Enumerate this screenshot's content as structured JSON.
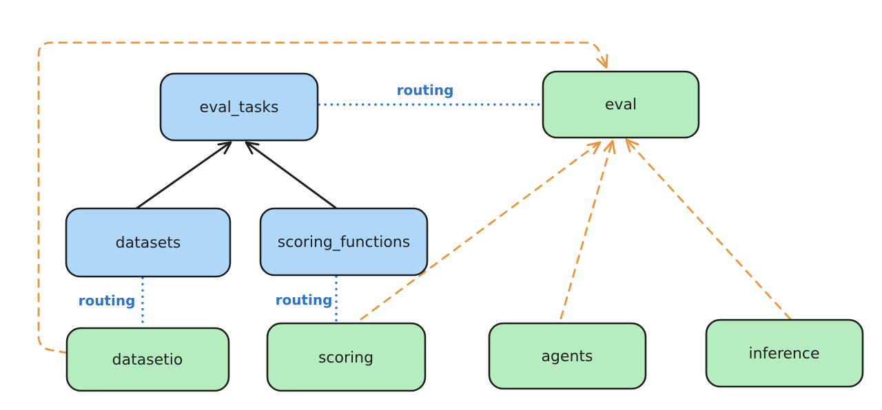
{
  "colors": {
    "background": "#ffffff",
    "blue_node_fill": "#aed7f8",
    "green_node_fill": "#b6edbf",
    "node_stroke": "#1e1e1e",
    "black_arrow": "#1e1e1e",
    "orange_arrow": "#ea943e",
    "routing_label_blue": "#2b74c9"
  },
  "nodes": {
    "eval_tasks": {
      "label": "eval_tasks",
      "fill": "blue"
    },
    "eval": {
      "label": "eval",
      "fill": "green"
    },
    "datasets": {
      "label": "datasets",
      "fill": "blue"
    },
    "scoring_functions": {
      "label": "scoring_functions",
      "fill": "blue"
    },
    "datasetio": {
      "label": "datasetio",
      "fill": "green"
    },
    "scoring": {
      "label": "scoring",
      "fill": "green"
    },
    "agents": {
      "label": "agents",
      "fill": "green"
    },
    "inference": {
      "label": "inference",
      "fill": "green"
    }
  },
  "edges": {
    "eval_tasks__eval": {
      "from": "eval_tasks",
      "to": "eval",
      "style": "dotted-blue",
      "label": "routing"
    },
    "datasets__datasetio": {
      "from": "datasets",
      "to": "datasetio",
      "style": "dotted-blue",
      "label": "routing"
    },
    "scoring_functions__scoring": {
      "from": "scoring_functions",
      "to": "scoring",
      "style": "dotted-blue",
      "label": "routing"
    },
    "datasets__eval_tasks": {
      "from": "datasets",
      "to": "eval_tasks",
      "style": "solid-black-arrow"
    },
    "scoring_functions__eval_tasks": {
      "from": "scoring_functions",
      "to": "eval_tasks",
      "style": "solid-black-arrow"
    },
    "datasetio__eval": {
      "from": "datasetio",
      "to": "eval",
      "style": "dashed-orange-arrow"
    },
    "scoring__eval": {
      "from": "scoring",
      "to": "eval",
      "style": "dashed-orange-arrow"
    },
    "agents__eval": {
      "from": "agents",
      "to": "eval",
      "style": "dashed-orange-arrow"
    },
    "inference__eval": {
      "from": "inference",
      "to": "eval",
      "style": "dashed-orange-arrow"
    }
  }
}
